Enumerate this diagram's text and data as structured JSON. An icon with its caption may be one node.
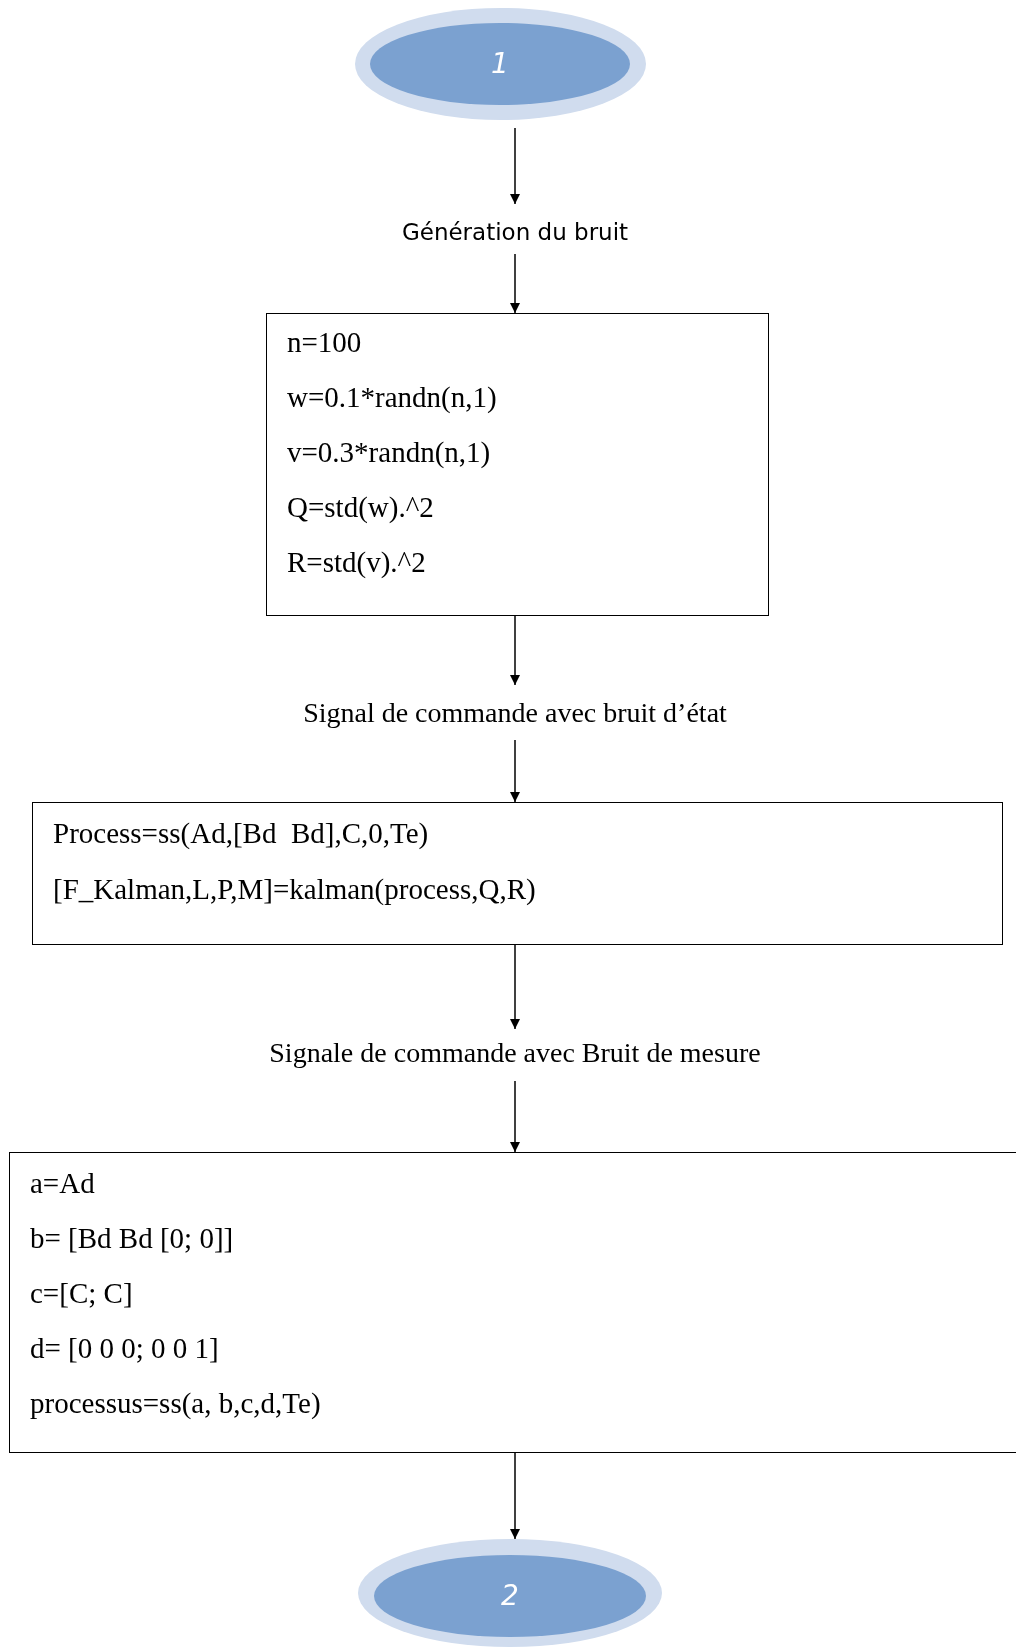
{
  "diagram": {
    "nodes": [
      {
        "text": [
          "1"
        ]
      },
      {
        "text": [
          "Génération du bruit"
        ]
      },
      {
        "text": [
          "n=100",
          "w=0.1*randn(n,1)",
          "v=0.3*randn(n,1)",
          "Q=std(w).^2",
          "R=std(v).^2"
        ]
      },
      {
        "text": [
          "Signal de commande avec bruit d’état"
        ]
      },
      {
        "text": [
          "Process=ss(Ad,[Bd  Bd],C,0,Te)",
          "[F_Kalman,L,P,M]=kalman(process,Q,R)"
        ]
      },
      {
        "text": [
          "Signale de commande avec Bruit de mesure"
        ]
      },
      {
        "text": [
          "a=Ad",
          "b= [Bd Bd [0; 0]]",
          "c=[C; C]",
          "d= [0 0 0; 0 0 1]",
          "processus=ss(a, b,c,d,Te)"
        ]
      },
      {
        "text": [
          "2"
        ]
      }
    ],
    "edges": [
      {
        "from": 0,
        "to": 1,
        "arrow": "to"
      },
      {
        "from": 1,
        "to": 2,
        "arrow": "to"
      },
      {
        "from": 2,
        "to": 3,
        "arrow": "to"
      },
      {
        "from": 3,
        "to": 4,
        "arrow": "to"
      },
      {
        "from": 4,
        "to": 5,
        "arrow": "to"
      },
      {
        "from": 5,
        "to": 6,
        "arrow": "to"
      },
      {
        "from": 6,
        "to": 7,
        "arrow": "to"
      }
    ]
  }
}
